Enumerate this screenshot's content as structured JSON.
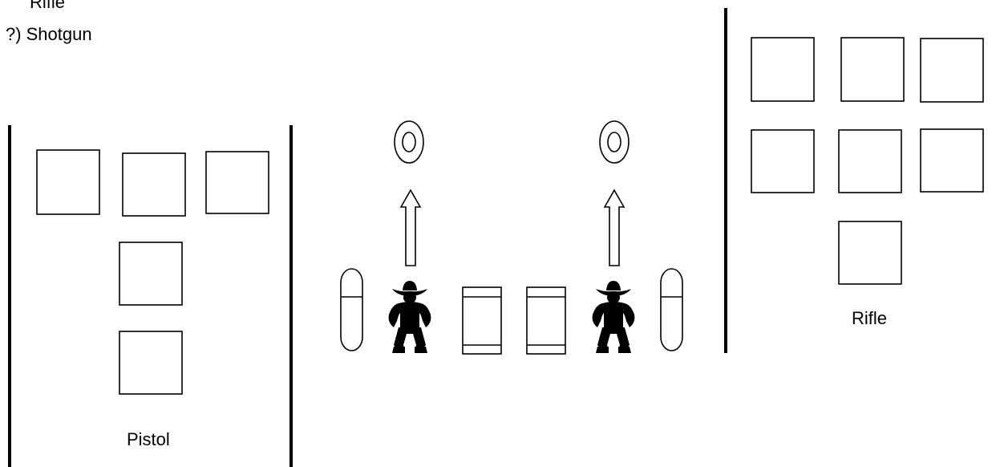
{
  "header": {
    "line1": "Rifle",
    "line2": "+ ?)  Shotgun"
  },
  "labels": {
    "pistol": "Pistol",
    "rifle": "Rifle"
  },
  "icons": {
    "shooter": "shooter-silhouette-icon",
    "target": "round-target-icon",
    "arrow": "up-arrow-icon",
    "barrel": "barrel-icon",
    "table": "table-icon"
  }
}
